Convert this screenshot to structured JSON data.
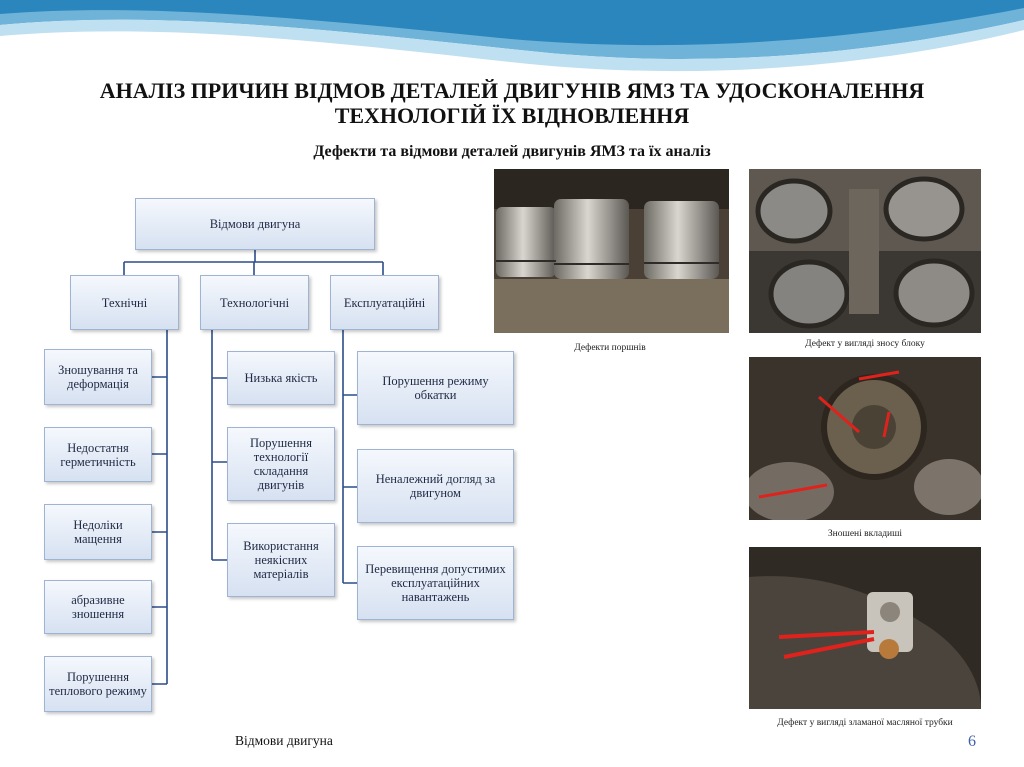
{
  "title_line1": "АНАЛІЗ ПРИЧИН ВІДМОВ ДЕТАЛЕЙ ДВИГУНІВ ЯМЗ ТА УДОСКОНАЛЕННЯ",
  "title_line2": "ТЕХНОЛОГІЙ ЇХ ВІДНОВЛЕННЯ",
  "subtitle": "Дефекти та відмови деталей двигунів ЯМЗ та їх аналіз",
  "diagram": {
    "root": "Відмови двигуна",
    "categories": [
      "Технічні",
      "Технологічні",
      "Експлуатаційні"
    ],
    "technical": [
      "Зношування та деформація",
      "Недостатня герметичність",
      "Недоліки мащення",
      "абразивне зношення",
      "Порушення теплового режиму"
    ],
    "technological": [
      "Низька якість",
      "Порушення технології складання двигунів",
      "Використання неякісних матеріалів"
    ],
    "operational": [
      "Порушення режиму обкатки",
      "Неналежний догляд за двигуном",
      "Перевищення допустимих експлуатаційних навантажень"
    ]
  },
  "photos": {
    "pistons_caption": "Дефекти поршнів",
    "block_caption": "Дефект у вигляді зносу блоку",
    "bearings_caption": "Зношені вкладиші",
    "tube_caption": "Дефект у вигляді зламаної масляної трубки"
  },
  "footer": "Відмови двигуна",
  "page_number": "6"
}
